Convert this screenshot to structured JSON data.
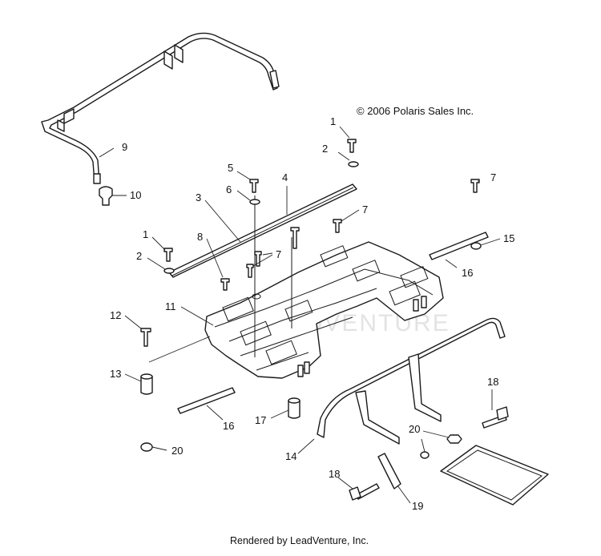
{
  "copyright": "© 2006 Polaris Sales Inc.",
  "footer": "Rendered by LeadVenture, Inc.",
  "watermark": "LEADVENTURE",
  "callouts": [
    "1",
    "2",
    "5",
    "6",
    "4",
    "3",
    "7",
    "7",
    "1",
    "2",
    "8",
    "7",
    "9",
    "10",
    "7",
    "15",
    "16",
    "11",
    "12",
    "13",
    "16",
    "17",
    "14",
    "18",
    "20",
    "20",
    "18",
    "19"
  ]
}
